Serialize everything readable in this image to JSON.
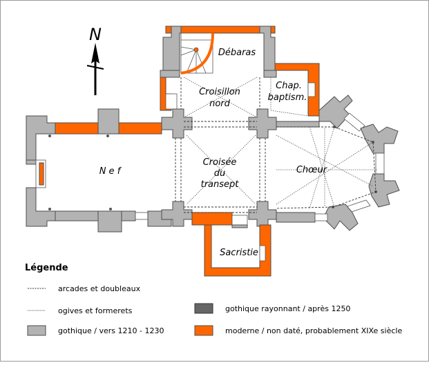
{
  "rooms": {
    "debaras": "Débaras",
    "croisillon_line1": "Croisillon",
    "croisillon_line2": "nord",
    "chap_line1": "Chap.",
    "chap_line2": "baptism.",
    "croisee_line1": "Croisée",
    "croisee_line2": "du",
    "croisee_line3": "transept",
    "nef": "N e f",
    "choeur": "Chœur",
    "sacristie": "Sacristie"
  },
  "north": {
    "label": "N",
    "icon": "north-arrow-icon"
  },
  "legend": {
    "title": "Légende",
    "items": [
      {
        "label": "arcades et doubleaux",
        "kind": "line-dashed"
      },
      {
        "label": "ogives et formerets",
        "kind": "line-dotted"
      },
      {
        "label": "gothique / vers 1210 - 1230",
        "kind": "swatch",
        "color": "#b3b3b3"
      },
      {
        "label": "gothique rayonnant / après 1250",
        "kind": "swatch",
        "color": "#666666"
      },
      {
        "label": "moderne / non daté, probablement XIXe siècle",
        "kind": "swatch",
        "color": "#ff6600"
      }
    ]
  }
}
